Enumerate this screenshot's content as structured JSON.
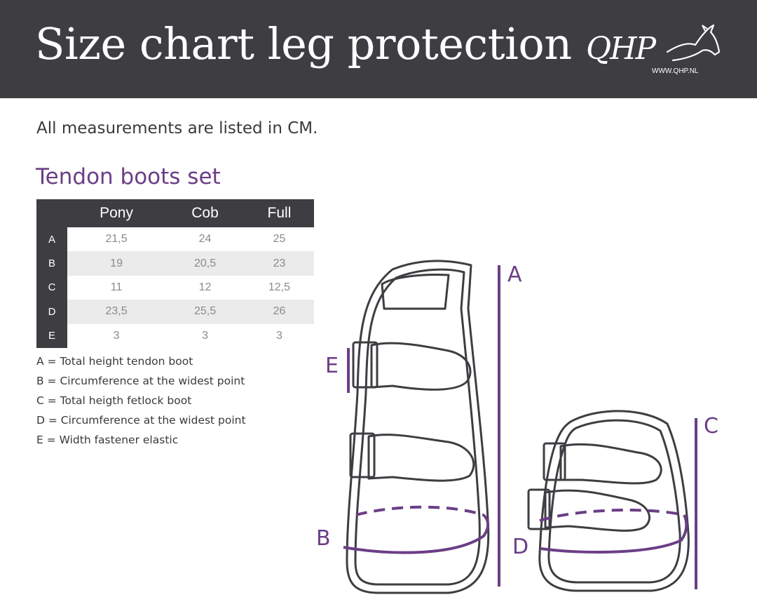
{
  "header": {
    "title": "Size chart leg protection",
    "logo_text": "QHP",
    "logo_url": "WWW.QHP.NL"
  },
  "intro": "All measurements are listed in CM.",
  "section_title": "Tendon boots set",
  "table": {
    "columns": [
      "Pony",
      "Cob",
      "Full"
    ],
    "rows": [
      {
        "label": "A",
        "values": [
          "21,5",
          "24",
          "25"
        ]
      },
      {
        "label": "B",
        "values": [
          "19",
          "20,5",
          "23"
        ]
      },
      {
        "label": "C",
        "values": [
          "11",
          "12",
          "12,5"
        ]
      },
      {
        "label": "D",
        "values": [
          "23,5",
          "25,5",
          "26"
        ]
      },
      {
        "label": "E",
        "values": [
          "3",
          "3",
          "3"
        ]
      }
    ]
  },
  "legend": [
    "A = Total height tendon boot",
    "B = Circumference at the widest point",
    "C = Total heigth fetlock boot",
    "D = Circumference at the widest point",
    "E = Width fastener elastic"
  ],
  "diagram_labels": {
    "a": "A",
    "b": "B",
    "c": "C",
    "d": "D",
    "e": "E"
  },
  "colors": {
    "header_bg": "#3e3d42",
    "accent_purple": "#6b3e86",
    "row_shade": "#ebebeb"
  }
}
